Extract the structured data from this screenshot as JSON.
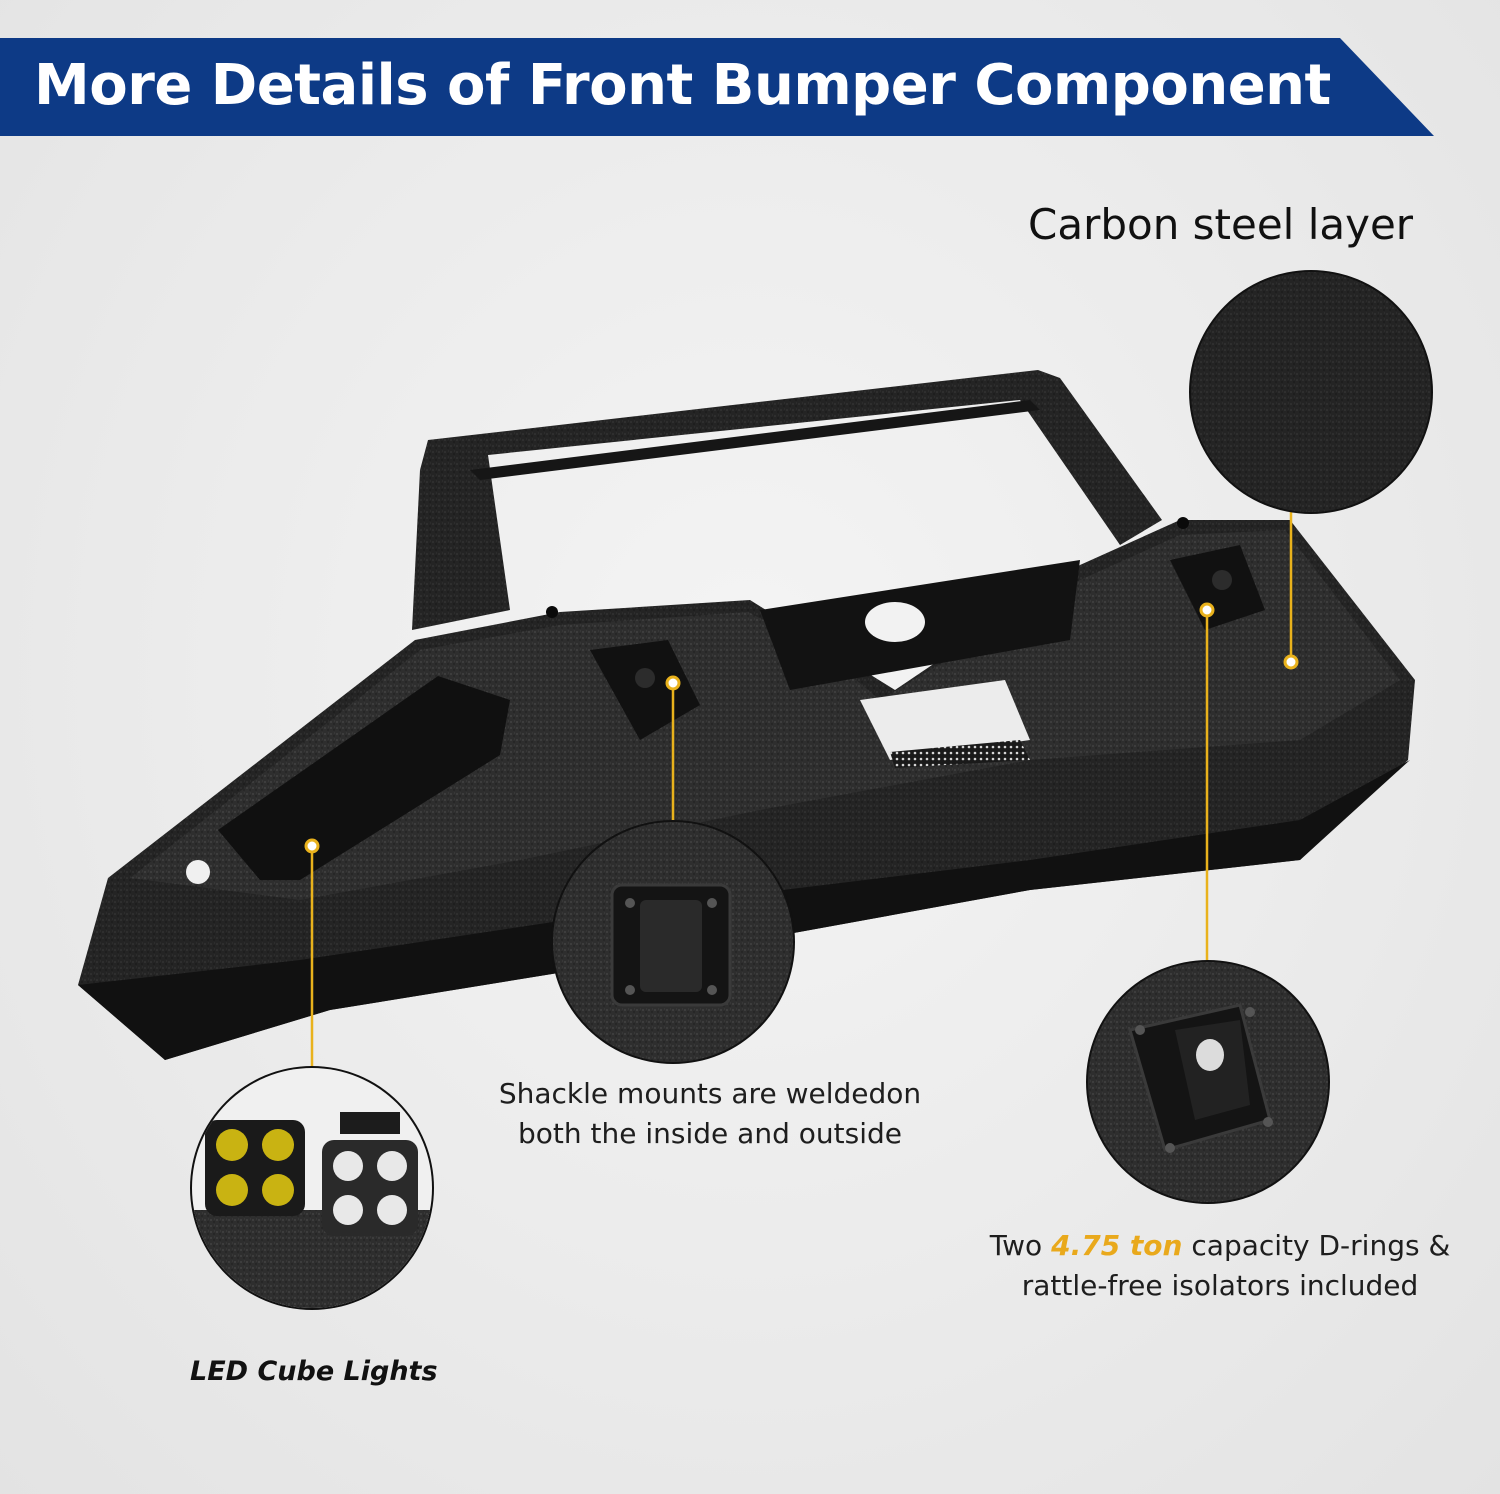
{
  "banner": {
    "title": "More Details of Front Bumper Component",
    "color": "#0d3a86"
  },
  "callouts": {
    "carbon_steel": {
      "label": "Carbon steel layer"
    },
    "shackle": {
      "line1": "Shackle mounts are weldedon",
      "line2": "both the inside and outside"
    },
    "d_rings": {
      "prefix": "Two ",
      "highlight": "4.75 ton",
      "suffix": " capacity D-rings &",
      "line2": "rattle-free isolators included",
      "highlight_color": "#e9a91c"
    },
    "led": {
      "label": "LED Cube Lights"
    }
  },
  "accent_color": "#e9b21c"
}
